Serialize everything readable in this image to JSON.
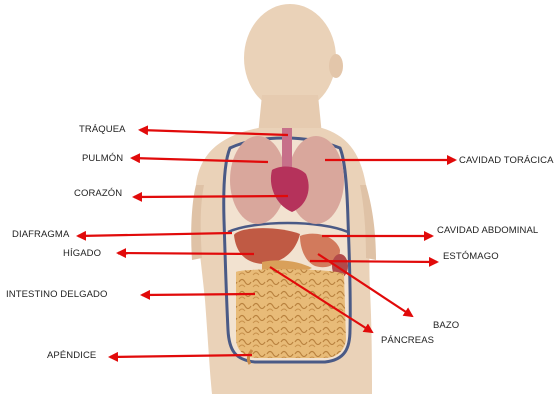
{
  "colors": {
    "arrow": "#e10a0a",
    "skin": "#ead2b8",
    "skin_shadow": "#d9bba0",
    "cavity_outline": "#4a5a86",
    "lung": "#d9a79c",
    "heart": "#b5325b",
    "liver": "#c05a44",
    "intestine": "#e2b26c",
    "stomach": "#d27a5c"
  },
  "labels": {
    "traquea": "TRÁQUEA",
    "pulmon": "PULMÓN",
    "corazon": "CORAZÓN",
    "diafragma": "DIAFRAGMA",
    "higado": "HÍGADO",
    "intestino": "INTESTINO DELGADO",
    "apendice": "APÉNDICE",
    "cavidad_toracica": "CAVIDAD TORÁCICA",
    "cavidad_abdominal": "CAVIDAD ABDOMINAL",
    "estomago": "ESTÓMAGO",
    "bazo": "BAZO",
    "pancreas": "PÁNCREAS"
  }
}
